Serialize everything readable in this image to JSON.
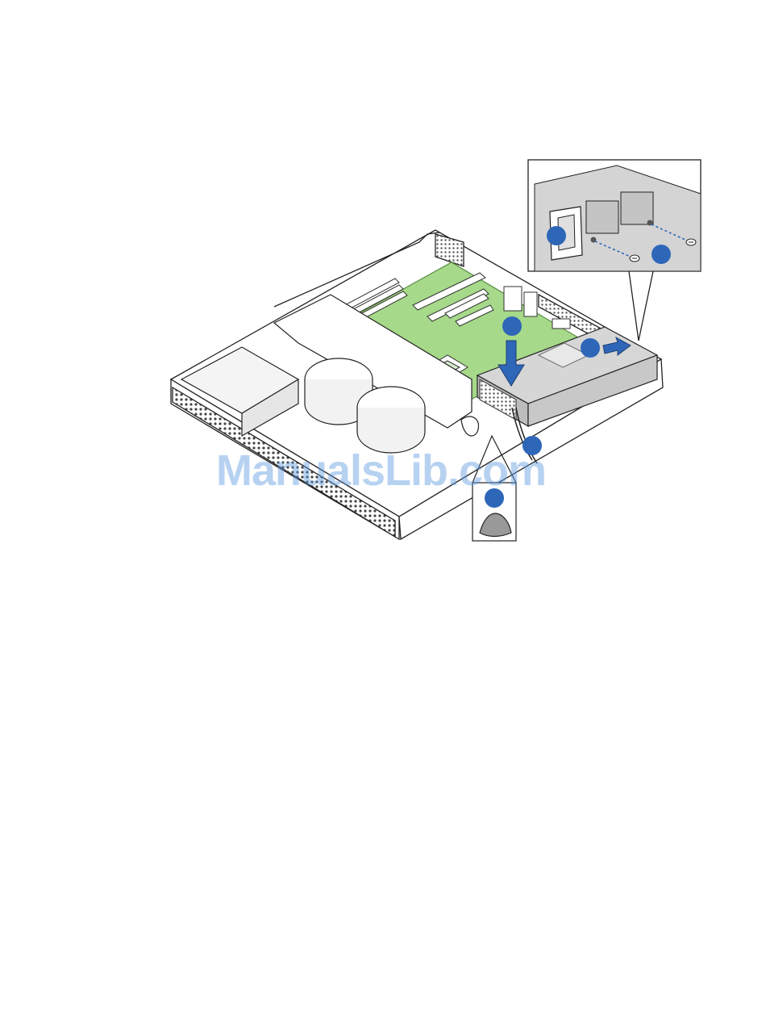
{
  "figure": {
    "watermark": "ManualsLib.com"
  },
  "colors": {
    "board": "#a6d98a",
    "board_stroke": "#5c8f45",
    "psu": "#cfcfcf",
    "callout": "#2e66b8",
    "arrow": "#2e66b8",
    "line": "#222222"
  },
  "icons": [
    "server-chassis",
    "motherboard",
    "power-supply",
    "fan",
    "screw",
    "callout-marker",
    "arrow-down",
    "arrow-right",
    "latch"
  ]
}
